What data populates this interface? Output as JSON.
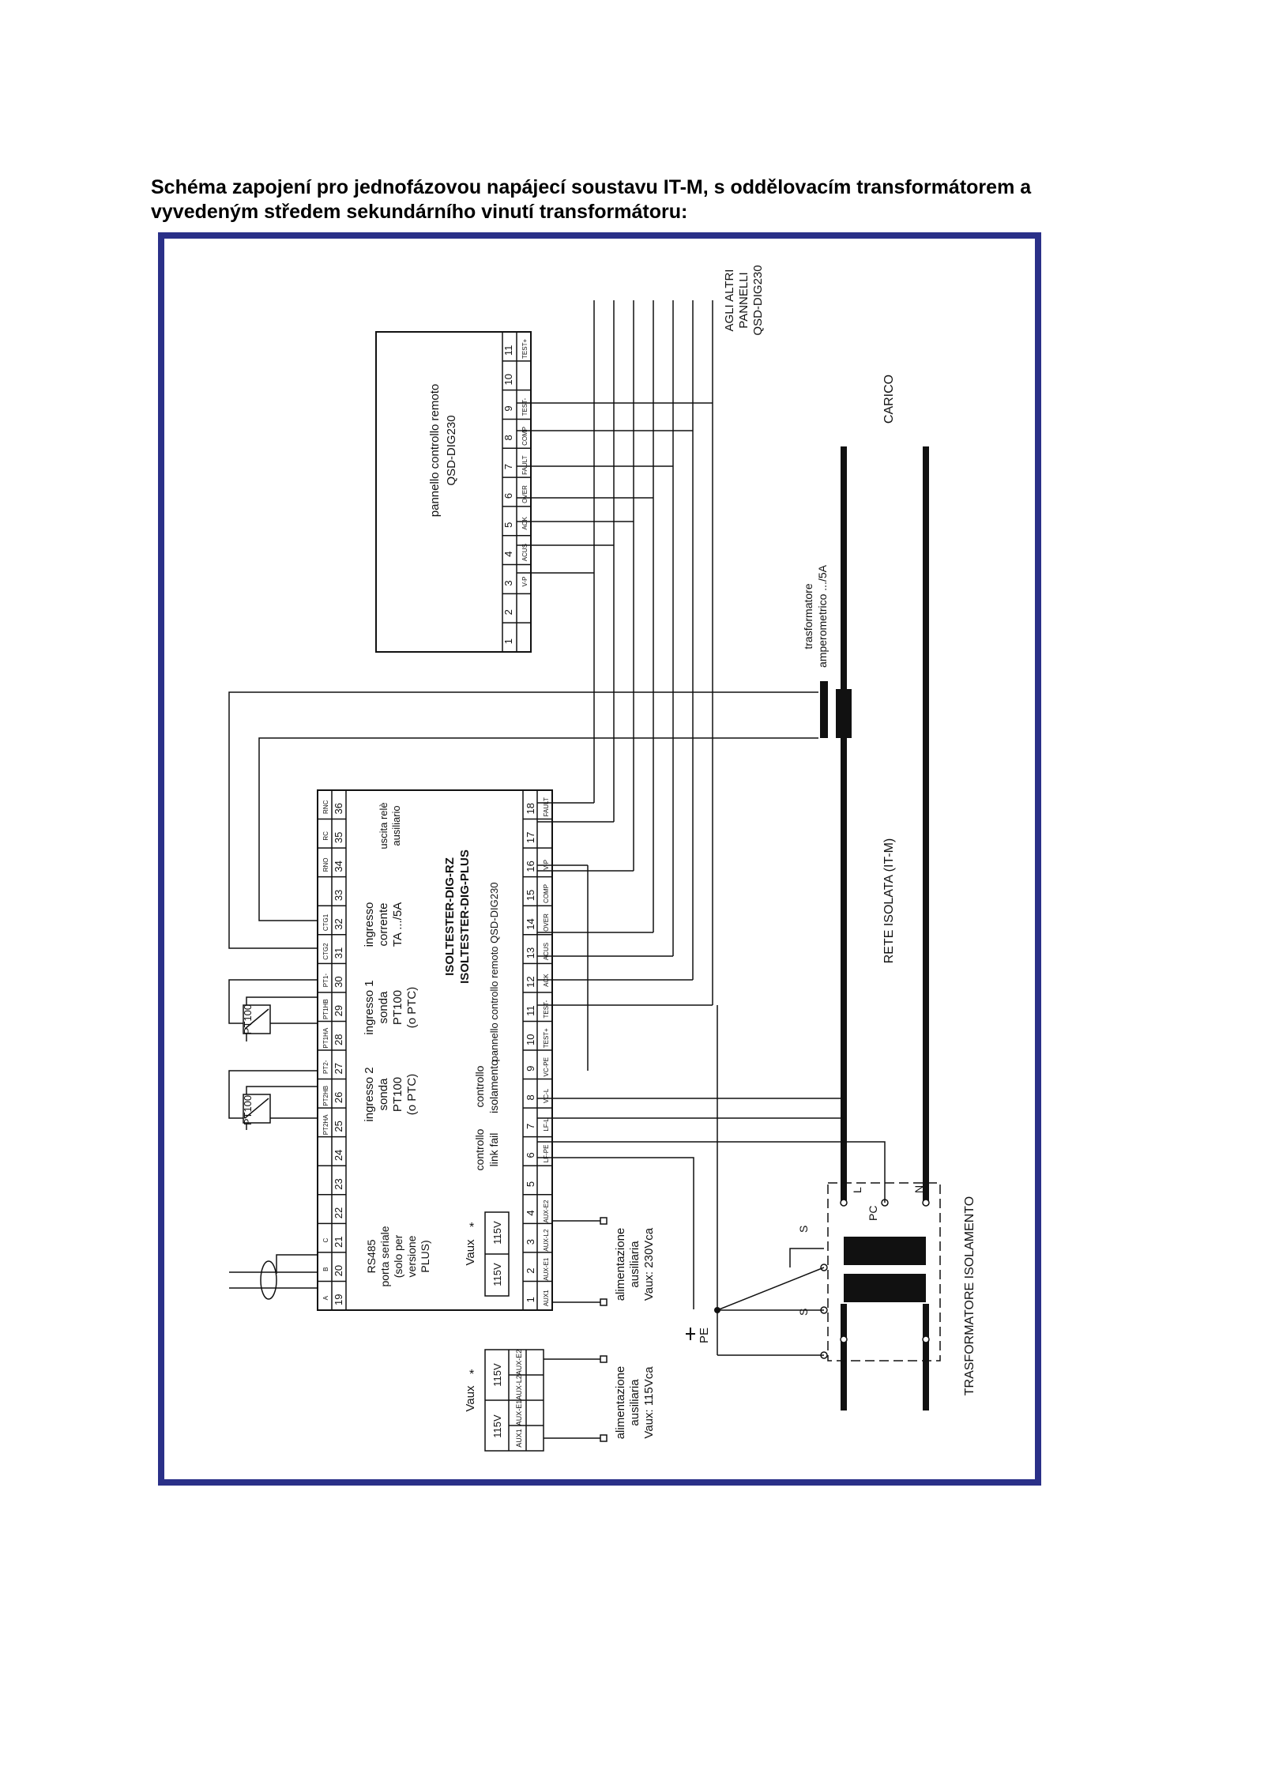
{
  "title": {
    "line1": "Schéma zapojení pro jednofázovou napájecí soustavu IT-M, s oddělovacím transformátorem a",
    "line2": "vyvedeným středem sekundárního vinutí transformátoru:"
  },
  "colors": {
    "frame": "#2a3088",
    "ink": "#111111"
  },
  "remote_panel": {
    "label_line1": "pannello controllo remoto",
    "label_line2": "QSD-DIG230",
    "terminals": [
      {
        "num": "1",
        "sig": ""
      },
      {
        "num": "2",
        "sig": ""
      },
      {
        "num": "3",
        "sig": "V-P"
      },
      {
        "num": "4",
        "sig": "ACUS"
      },
      {
        "num": "5",
        "sig": "ACK"
      },
      {
        "num": "6",
        "sig": "OVER"
      },
      {
        "num": "7",
        "sig": "FAULT"
      },
      {
        "num": "8",
        "sig": "COMP"
      },
      {
        "num": "9",
        "sig": "TEST-"
      },
      {
        "num": "10",
        "sig": ""
      },
      {
        "num": "11",
        "sig": "TEST+"
      }
    ]
  },
  "to_other_panels": {
    "line1": "AGLI ALTRI",
    "line2": "PANNELLI",
    "line3": "QSD-DIG230"
  },
  "carico": "CARICO",
  "current_transformer": {
    "line1": "trasformatore",
    "line2": "amperometrico .../5A"
  },
  "rete": "RETE ISOLATA (IT-M)",
  "isolation_transformer": "TRASFORMATORE ISOLAMENTO",
  "main_unit": {
    "name_line1": "ISOLTESTER-DIG-RZ",
    "name_line2": "ISOLTESTER-DIG-PLUS",
    "remote_control_label": "pannello controllo remoto QSD-DIG230",
    "top_terminals": [
      {
        "num": "19",
        "sig": "A"
      },
      {
        "num": "20",
        "sig": "B"
      },
      {
        "num": "21",
        "sig": "C"
      },
      {
        "num": "22",
        "sig": ""
      },
      {
        "num": "23",
        "sig": ""
      },
      {
        "num": "24",
        "sig": ""
      },
      {
        "num": "25",
        "sig": "PT2HA"
      },
      {
        "num": "26",
        "sig": "PT2HB"
      },
      {
        "num": "27",
        "sig": "PT2-"
      },
      {
        "num": "28",
        "sig": "PT1HA"
      },
      {
        "num": "29",
        "sig": "PT1HB"
      },
      {
        "num": "30",
        "sig": "PT1-"
      },
      {
        "num": "31",
        "sig": "CTG2"
      },
      {
        "num": "32",
        "sig": "CTG1"
      },
      {
        "num": "33",
        "sig": ""
      },
      {
        "num": "34",
        "sig": "RNO"
      },
      {
        "num": "35",
        "sig": "RC"
      },
      {
        "num": "36",
        "sig": "RNC"
      }
    ],
    "bottom_terminals": [
      {
        "num": "1",
        "sig": "AUX1"
      },
      {
        "num": "2",
        "sig": "AUX-E1"
      },
      {
        "num": "3",
        "sig": "AUX-L2"
      },
      {
        "num": "4",
        "sig": "AUX-E2"
      },
      {
        "num": "5",
        "sig": ""
      },
      {
        "num": "6",
        "sig": "LF-PE"
      },
      {
        "num": "7",
        "sig": "LF-L"
      },
      {
        "num": "8",
        "sig": "VC-L"
      },
      {
        "num": "9",
        "sig": "VC-PE"
      },
      {
        "num": "10",
        "sig": "TEST+"
      },
      {
        "num": "11",
        "sig": "TEST-"
      },
      {
        "num": "12",
        "sig": "ACK"
      },
      {
        "num": "13",
        "sig": "ACUS"
      },
      {
        "num": "14",
        "sig": "OVER"
      },
      {
        "num": "15",
        "sig": "COMP"
      },
      {
        "num": "16",
        "sig": "V-P"
      },
      {
        "num": "17",
        "sig": ""
      },
      {
        "num": "18",
        "sig": "FAULT"
      }
    ],
    "rs485": [
      "RS485",
      "porta seriale",
      "(solo per",
      "versione",
      "PLUS)"
    ],
    "ingresso2": [
      "ingresso 2",
      "sonda",
      "PT100",
      "(o PTC)"
    ],
    "ingresso1": [
      "ingresso 1",
      "sonda",
      "PT100",
      "(o PTC)"
    ],
    "corrente": [
      "ingresso",
      "corrente",
      "TA .../5A"
    ],
    "uscita": [
      "uscita relè",
      "ausiliario"
    ],
    "link_fail": [
      "controllo",
      "link fail"
    ],
    "isolamento": [
      "controllo",
      "isolamento"
    ],
    "vaux_label": "Vaux",
    "vaux_values": [
      "115V",
      "115V"
    ]
  },
  "sensor_label": "PT100",
  "supply_230": [
    "alimentazione",
    "ausiliaria",
    "Vaux: 230Vca"
  ],
  "supply_115": [
    "alimentazione",
    "ausiliaria",
    "Vaux: 115Vca"
  ],
  "supply_115_block": {
    "vaux_label": "Vaux",
    "values": [
      "115V",
      "115V"
    ],
    "terms": [
      "AUX1",
      "AUX-E1",
      "AUX-L2",
      "AUX-E2"
    ]
  },
  "asterisk": "*",
  "pe": "PE",
  "transformer_marks": {
    "s1": "S",
    "s2": "S",
    "l": "L",
    "pc": "PC",
    "n": "N"
  }
}
